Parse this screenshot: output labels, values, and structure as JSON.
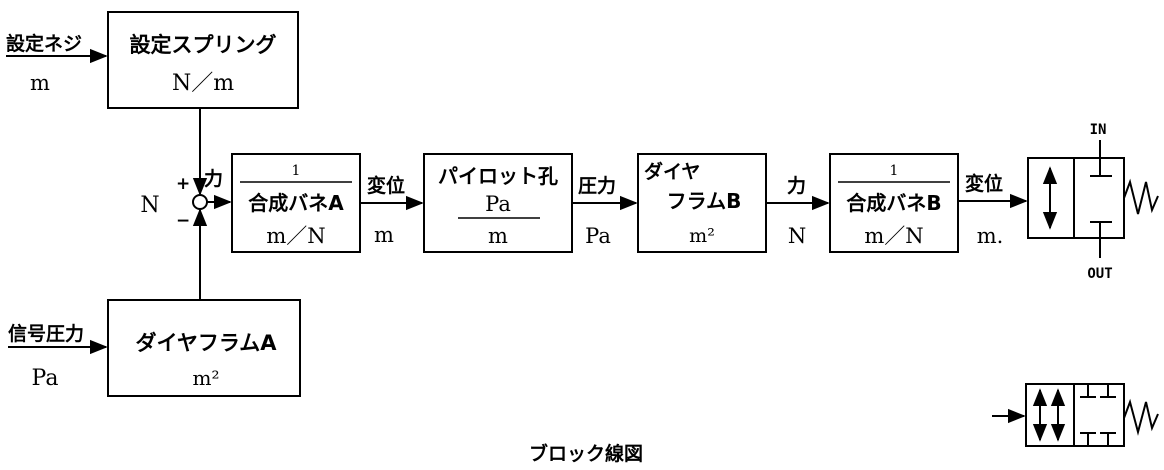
{
  "caption": "ブロック線図",
  "inputs": {
    "setting_screw": {
      "label": "設定ネジ",
      "unit": "m"
    },
    "signal_pressure": {
      "label": "信号圧力",
      "unit": "Pa"
    }
  },
  "summing_point": {
    "plus": "+",
    "minus": "−",
    "force_label": "力",
    "unit": "N"
  },
  "blocks": {
    "setting_spring": {
      "title": "設定スプリング",
      "unit": "N／m"
    },
    "diaphragm_a": {
      "title": "ダイヤフラムA",
      "unit": "m²"
    },
    "spring_a": {
      "numerator": "1",
      "title": "合成バネA",
      "unit": "m／N"
    },
    "pilot_hole": {
      "title": "パイロット孔",
      "numerator": "Pa",
      "denominator": "m"
    },
    "diaphragm_b": {
      "title_line1": "ダイヤ",
      "title_line2": "フラムB",
      "unit": "m²"
    },
    "spring_b": {
      "numerator": "1",
      "title": "合成バネB",
      "unit": "m／N"
    }
  },
  "signals": {
    "displacement_1": {
      "label": "変位",
      "unit": "m"
    },
    "pressure": {
      "label": "圧力",
      "unit": "Pa"
    },
    "force_2": {
      "label": "力",
      "unit": "N"
    },
    "displacement_2": {
      "label": "変位",
      "unit": "m."
    }
  },
  "valve": {
    "in_label": "IN",
    "out_label": "OUT"
  }
}
